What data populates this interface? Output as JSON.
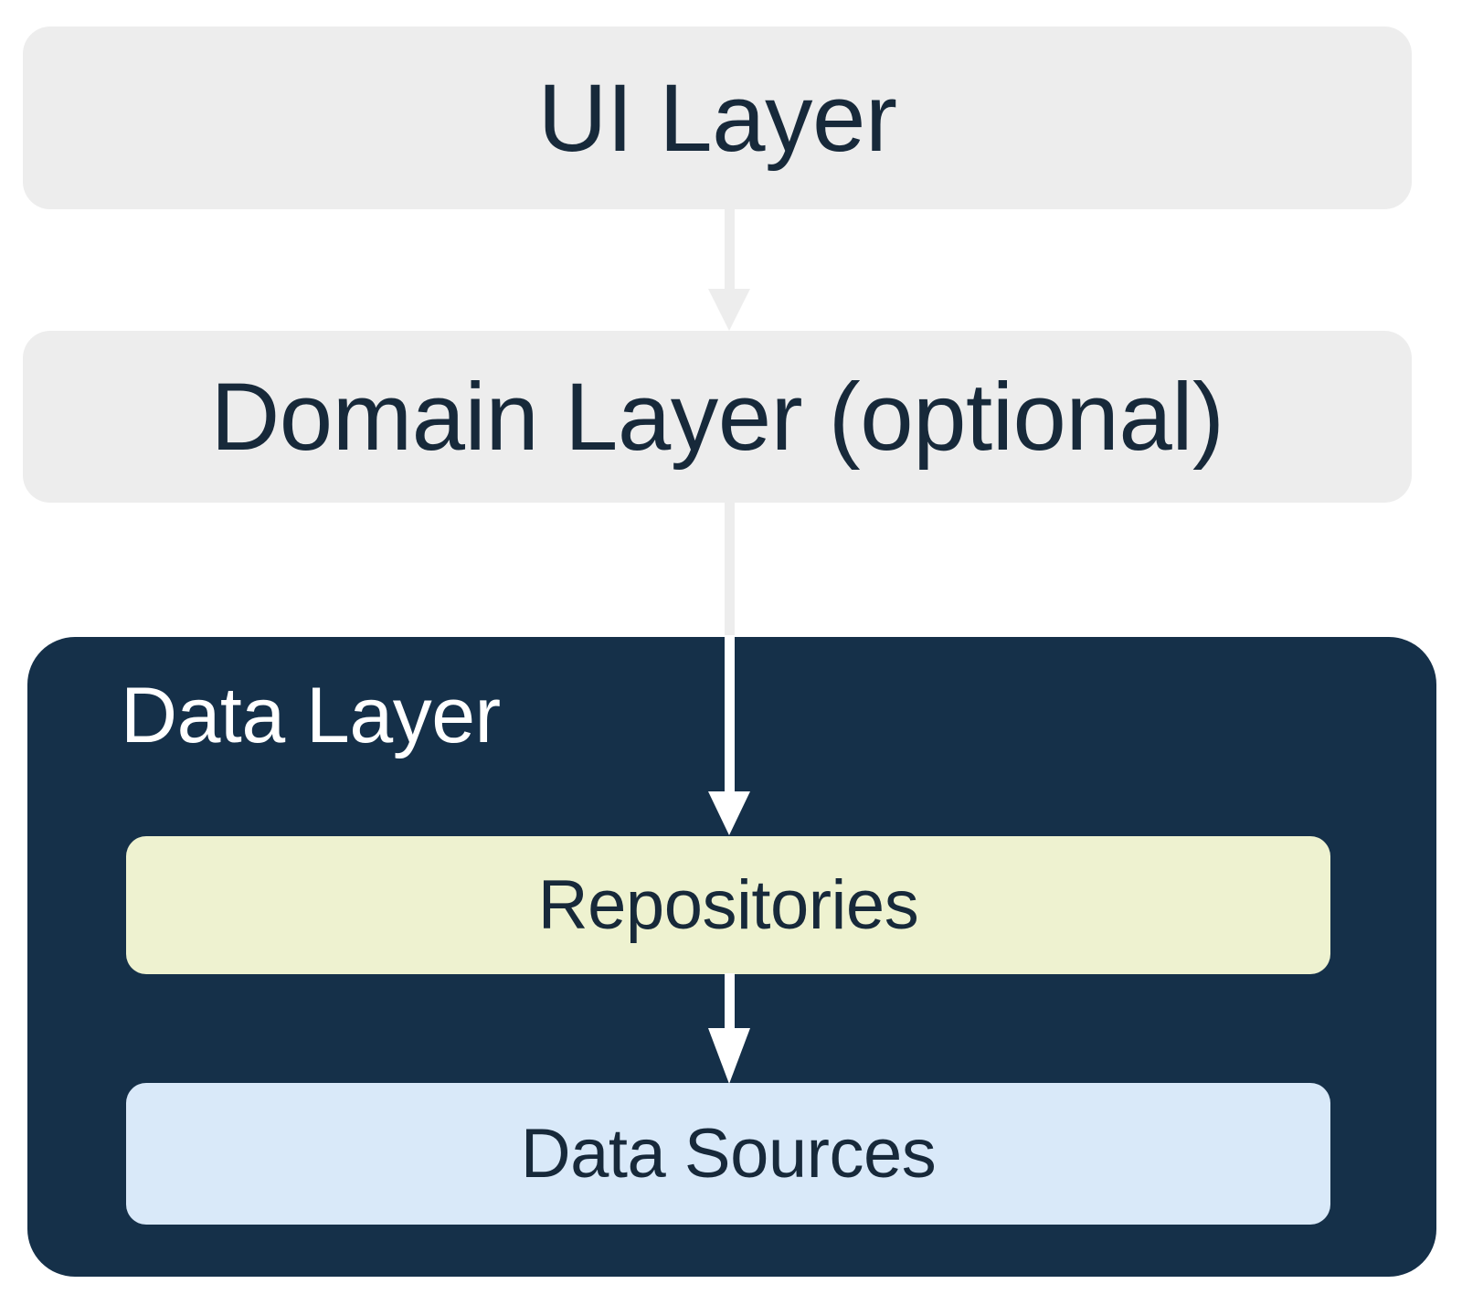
{
  "diagram": {
    "title": "Android app architecture layers",
    "type": "layered-architecture",
    "layers": [
      {
        "id": "ui",
        "label": "UI Layer",
        "fill": "#ededed",
        "text_color": "#17293a"
      },
      {
        "id": "domain",
        "label": "Domain Layer (optional)",
        "fill": "#ededed",
        "text_color": "#17293a"
      },
      {
        "id": "data",
        "label": "Data Layer",
        "fill": "#153049",
        "text_color": "#ffffff"
      }
    ],
    "data_layer_children": [
      {
        "id": "repositories",
        "label": "Repositories",
        "fill": "#eef2d0",
        "text_color": "#17293a"
      },
      {
        "id": "data-sources",
        "label": "Data Sources",
        "fill": "#d9e9f9",
        "text_color": "#17293a"
      }
    ],
    "arrows": [
      {
        "id": "ui-to-domain",
        "from": "UI Layer",
        "to": "Domain Layer (optional)",
        "color": "#ededed",
        "direction": "down"
      },
      {
        "id": "domain-to-repositories",
        "from": "Domain Layer (optional)",
        "to": "Repositories",
        "color": "#ffffff",
        "direction": "down"
      },
      {
        "id": "repositories-to-data-sources",
        "from": "Repositories",
        "to": "Data Sources",
        "color": "#ffffff",
        "direction": "down"
      }
    ],
    "colors": {
      "background": "#ffffff",
      "light_box": "#ededed",
      "dark_box": "#153049",
      "repositories": "#eef2d0",
      "data_sources": "#d9e9f9",
      "dark_text": "#17293a",
      "light_text": "#ffffff"
    }
  }
}
